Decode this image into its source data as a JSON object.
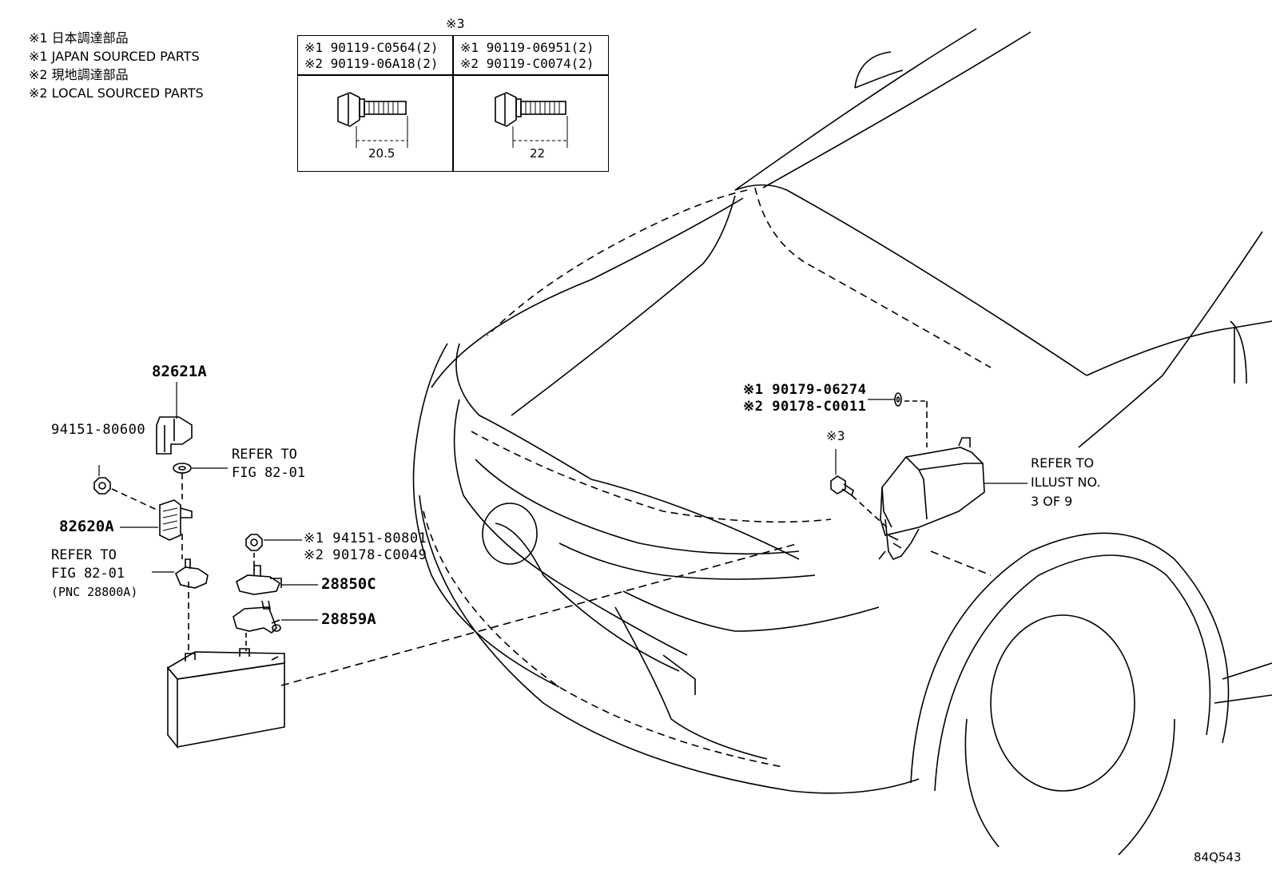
{
  "legend": [
    "※1 日本調達部品",
    "※1 JAPAN SOURCED PARTS",
    "※2 現地調達部品",
    "※2 LOCAL SOURCED PARTS"
  ],
  "spec_table": {
    "mark": "※3",
    "col1": {
      "line1": "※1 90119-C0564(2)",
      "line2": "※2 90119-06A18(2)",
      "dimension": "20.5"
    },
    "col2": {
      "line1": "※1 90119-06951(2)",
      "line2": "※2 90119-C0074(2)",
      "dimension": "22"
    }
  },
  "parts": {
    "p82621a": "82621A",
    "p94151_80600": "94151-80600",
    "refer1_line1": "REFER TO",
    "refer1_line2": "FIG 82-01",
    "p82620a": "82620A",
    "refer2_line1": "REFER TO",
    "refer2_line2": "FIG 82-01",
    "refer2_line3": "(PNC 28800A)",
    "nut_line1": "※1 94151-80801",
    "nut_line2": "※2 90178-C0049",
    "p28850c": "28850C",
    "p28859a": "28859A",
    "washer_line1": "※1 90179-06274",
    "washer_line2": "※2 90178-C0011",
    "mark3": "※3",
    "refer3_line1": "REFER TO",
    "refer3_line2": "ILLUST NO.",
    "refer3_line3": "3 OF 9"
  },
  "illustration_id": "84Q543"
}
